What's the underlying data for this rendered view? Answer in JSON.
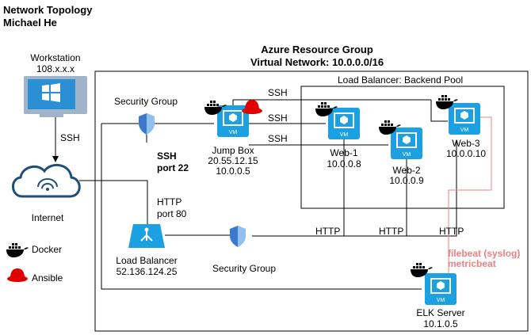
{
  "title": {
    "line1": "Network Topology",
    "line2": "Michael He"
  },
  "header": {
    "line1": "Azure Resource Group",
    "line2": "Virtual Network: 10.0.0.0/16"
  },
  "backend_pool": "Load Balancer: Backend Pool",
  "workstation": {
    "name": "Workstation",
    "ip": "108.x.x.x"
  },
  "internet": "Internet",
  "ssh": "SSH",
  "http": "HTTP",
  "security_group_top": "Security Group",
  "security_group_bottom": "Security Group",
  "ssh_port": {
    "line1": "SSH",
    "line2": "port 22"
  },
  "http_port": {
    "line1": "HTTP",
    "line2": "port 80"
  },
  "jump_box": {
    "name": "Jump Box",
    "ip1": "20.55.12.15",
    "ip2": "10.0.0.5"
  },
  "web1": {
    "name": "Web-1",
    "ip": "10.0.0.8"
  },
  "web2": {
    "name": "Web-2",
    "ip": "10.0.0.9"
  },
  "web3": {
    "name": "Web-3",
    "ip": "10.0.0.10"
  },
  "load_balancer": {
    "name": "Load Balancer",
    "ip": "52.136.124.25"
  },
  "elk": {
    "name": "ELK Server",
    "ip": "10.1.0.5"
  },
  "beats": {
    "line1": "filebeat (syslog)",
    "line2": "metricbeat"
  },
  "legend": {
    "docker": "Docker",
    "ansible": "Ansible"
  },
  "vm_badge": "VM",
  "colors": {
    "azure": "#1ba1e2",
    "shield": "#3c79c8",
    "beat_line": "#f08080",
    "ansible": "#e00000"
  }
}
